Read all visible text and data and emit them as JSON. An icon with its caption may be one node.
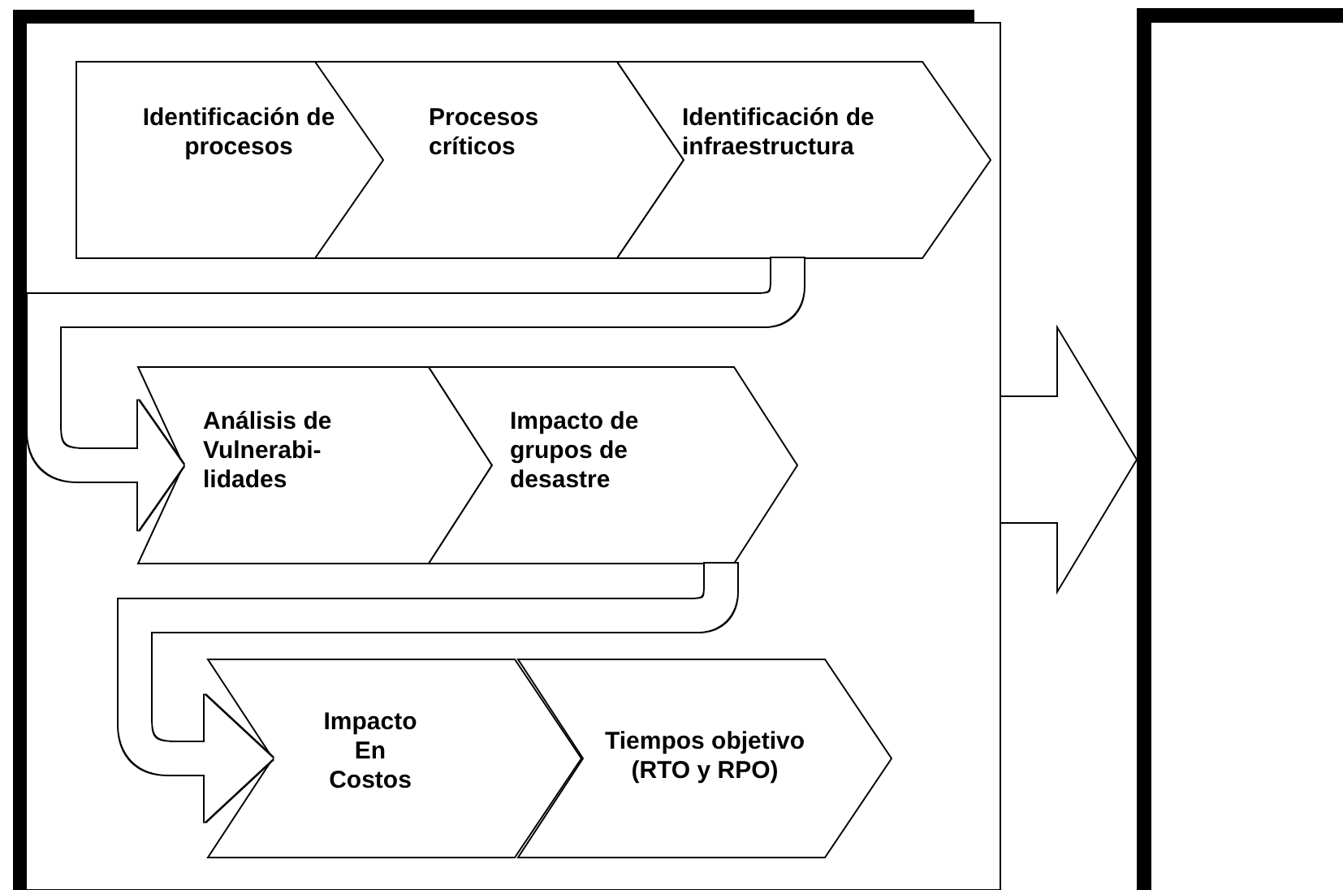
{
  "diagram": {
    "nodes": [
      {
        "text": [],
        "shape": "box"
      },
      {
        "text": [
          "Identificación de procesos"
        ],
        "in": 0
      },
      {
        "text": [
          "Procesos críticos"
        ],
        "in": 0
      },
      {
        "text": [
          "Identificación de infraestructura"
        ],
        "in": 0
      },
      {
        "text": [
          "Análisis de Vulnerabi- lidades"
        ],
        "in": 0
      },
      {
        "text": [
          "Impacto de grupos de desastre"
        ],
        "in": 0
      },
      {
        "text": [
          "Impacto En Costos"
        ],
        "in": 0
      },
      {
        "text": [
          "Tiempos objetivo (RTO y RPO)"
        ],
        "in": 0
      },
      {
        "text": [],
        "shape": "box"
      }
    ],
    "edges": [
      {
        "from": 3,
        "to": 4,
        "arrow": "to"
      },
      {
        "from": 5,
        "to": 6,
        "arrow": "to"
      },
      {
        "from": 0,
        "to": 8,
        "arrow": "to"
      }
    ]
  }
}
